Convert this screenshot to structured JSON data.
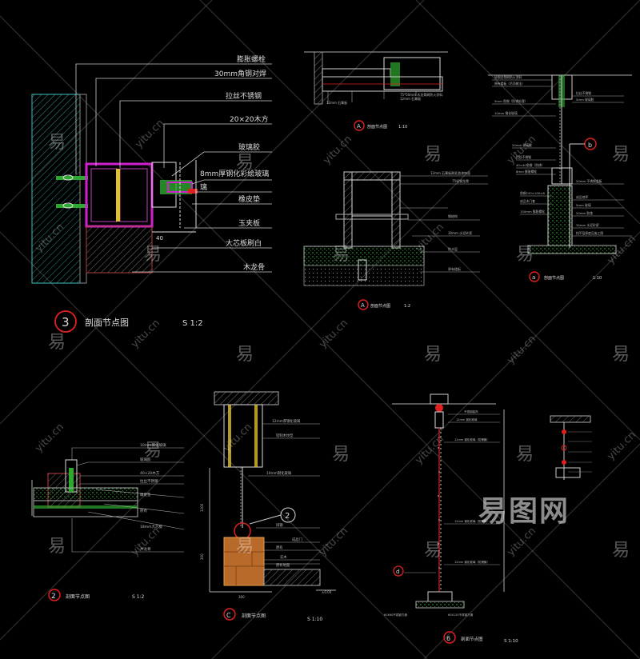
{
  "detail3": {
    "labels": [
      "膨胀螺栓",
      "30mm角钢对焊",
      "拉丝不锈钢",
      "20×20木方",
      "玻璃胶",
      "8mm厚钢化彩绘玻璃",
      "璃",
      "橡皮垫",
      "玉夹板",
      "大芯板刷白",
      "木龙骨"
    ],
    "number": "3",
    "title": "剖面节点图",
    "scale": "S 1:2",
    "dim": "40"
  },
  "detailA1": {
    "letter": "A",
    "title": "剖面节点图",
    "scale": "1:10"
  },
  "detailA2": {
    "letter": "A",
    "title": "剖面节点图",
    "scale": "1:2"
  },
  "detailTR": {
    "letter": "a",
    "title": "剖面节点图",
    "scale": "1:10",
    "mark": "b"
  },
  "detail2": {
    "number": "2",
    "title": "剖面节点图",
    "scale": "S 1:2",
    "labels": [
      "10mm钢化玻璃",
      "玻璃胶",
      "40×20木方",
      "拉丝不锈钢",
      "橡皮垫",
      "原有",
      "18mm大芯板",
      "木龙骨"
    ]
  },
  "detailC": {
    "letter": "C",
    "title": "剖面节点图",
    "scale": "S 1:10",
    "marker": "2",
    "labels": [
      "12mm厚钢化玻璃",
      "铝制木纹型",
      "10mm钢化玻璃",
      "排钢",
      "成品门",
      "原有",
      "实木",
      "原有地面"
    ],
    "dims": [
      "1200",
      "300",
      "300",
      "±0.00"
    ]
  },
  "detail6": {
    "number": "6",
    "title": "剖面节点图",
    "scale": "S 1:10",
    "marker": "d"
  },
  "watermarks": {
    "brand": "易图网",
    "char": "易",
    "site": "yitu.cn"
  },
  "colors": {
    "bg": "#000000",
    "line": "#ffffff",
    "red": "#e02020",
    "magenta": "#d020d0",
    "green": "#2fa82f",
    "cyan": "#3fc0c0",
    "yellow": "#e0c030",
    "grey": "#8a8a8a"
  }
}
